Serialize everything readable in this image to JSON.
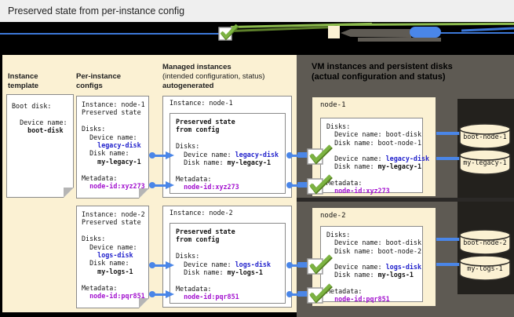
{
  "header": {
    "title": "Preserved state from per-instance config"
  },
  "legend": {
    "icons": [
      "checked-checkbox-icon",
      "green-arrow-icon",
      "vm-box-icon",
      "gray-arrow-icon",
      "blue-pill-icon",
      "blue-arrow-icon"
    ]
  },
  "config_panel": {
    "headers": {
      "template": "Instance template",
      "per_instance": "Per-instance configs",
      "managed_1": "Managed instances",
      "managed_2": "(intended configuration, status)",
      "managed_3": "autogenerated"
    },
    "template_box": {
      "boot_disk": "Boot disk:",
      "device_label": "  Device name:",
      "device_value": "    boot-disk"
    },
    "per_instance_configs": [
      {
        "instance": "Instance: node-1",
        "preserved": "Preserved state",
        "disks": "Disks:",
        "device_label": "  Device name:",
        "device_value": "    legacy-disk",
        "disk_label": "  Disk name:",
        "disk_value": "    my-legacy-1",
        "metadata": "Metadata:",
        "node_id": "  node-id:xyz273"
      },
      {
        "instance": "Instance: node-2",
        "preserved": "Preserved state",
        "disks": "Disks:",
        "device_label": "  Device name:",
        "device_value": "    logs-disk",
        "disk_label": "  Disk name:",
        "disk_value": "    my-logs-1",
        "metadata": "Metadata:",
        "node_id": "  node-id:pqr851"
      }
    ],
    "managed_instances": [
      {
        "title": "Instance: node-1",
        "preserved_1": "Preserved state",
        "preserved_2": "from config",
        "disks": "Disks:",
        "device_label": "  Device name: ",
        "device_value": "legacy-disk",
        "disk_label": "  Disk name: ",
        "disk_value": "my-legacy-1",
        "metadata": "Metadata:",
        "node_id": "  node-id:xyz273"
      },
      {
        "title": "Instance: node-2",
        "preserved_1": "Preserved state",
        "preserved_2": "from config",
        "disks": "Disks:",
        "device_label": "  Device name: ",
        "device_value": "logs-disk",
        "disk_label": "  Disk name: ",
        "disk_value": "my-logs-1",
        "metadata": "Metadata:",
        "node_id": "  node-id:pqr851"
      }
    ]
  },
  "vm_panel": {
    "heading_1": "VM instances and persistent disks",
    "heading_2": "(actual configuration and status)",
    "vms": [
      {
        "title": "node-1",
        "disks": "Disks:",
        "boot_device": "  Device name: boot-disk",
        "boot_disk": "  Disk name: boot-node-1",
        "stateful_device_label": "  Device name: ",
        "stateful_device_value": "legacy-disk",
        "stateful_disk_label": "  Disk name: ",
        "stateful_disk_value": "my-legacy-1",
        "metadata": "Metadata:",
        "node_id": "  node-id:xyz273",
        "cylinders": [
          {
            "label": "boot-node-1"
          },
          {
            "label": "my-legacy-1"
          }
        ]
      },
      {
        "title": "node-2",
        "disks": "Disks:",
        "boot_device": "  Device name: boot-disk",
        "boot_disk": "  Disk name: boot-node-2",
        "stateful_device_label": "  Device name: ",
        "stateful_device_value": "logs-disk",
        "stateful_disk_label": "  Disk name: ",
        "stateful_disk_value": "my-logs-1",
        "metadata": "Metadata:",
        "node_id": "  node-id:pqr851",
        "cylinders": [
          {
            "label": "boot-node-2"
          },
          {
            "label": "my-logs-1"
          }
        ]
      }
    ]
  },
  "colors": {
    "connector_blue": "#4a86e8",
    "device_blue": "#2222cc",
    "metadata_magenta": "#a312cf",
    "check_green": "#7cb342",
    "panel_beige": "#fbf1d3",
    "panel_dark": "#5e5a53"
  }
}
